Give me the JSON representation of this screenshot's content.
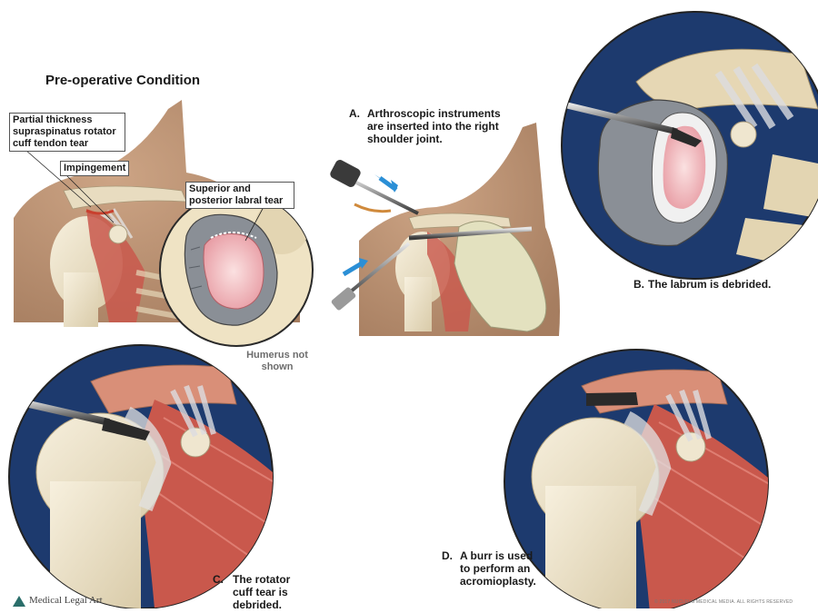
{
  "preop": {
    "title": "Pre-operative Condition",
    "label_partial": "Partial thickness supraspinatus rotator cuff tendon tear",
    "label_impingement": "Impingement",
    "label_labral": "Superior and posterior labral tear",
    "note_humerus": "Humerus not shown"
  },
  "steps": {
    "a": {
      "letter": "A.",
      "text": "Arthroscopic instruments are inserted into the right shoulder joint."
    },
    "b": {
      "letter": "B.",
      "text": "The labrum is debrided."
    },
    "c": {
      "letter": "C.",
      "text": "The rotator cuff tear is debrided."
    },
    "d": {
      "letter": "D.",
      "text": "A burr is used to perform an acromioplasty."
    }
  },
  "footer": {
    "brand": "Medical Legal Art",
    "copyright": "© 2017 NUCLEUS MEDICAL MEDIA. ALL RIGHTS RESERVED"
  },
  "colors": {
    "skin": "#b48866",
    "bone": "#efe6cf",
    "muscle": "#c9584c",
    "tendon": "#dcdde0",
    "circle_bg": "#1d3a6e",
    "glenoid_grey": "#8a8f96",
    "cartilage": "#f2b8b8",
    "arrow_blue": "#2b8fd6"
  }
}
